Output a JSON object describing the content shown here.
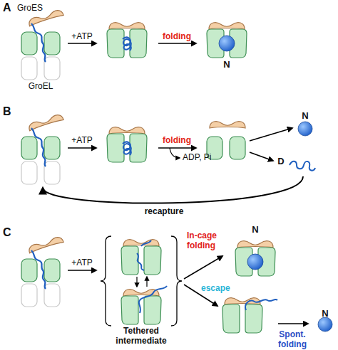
{
  "diagram": {
    "labels": [
      "A",
      "GroES",
      "GroEL",
      "+ATP",
      "folding",
      "N",
      "B",
      "+ATP",
      "folding",
      "ADP, Pi",
      "N",
      "D",
      "recapture",
      "C",
      "+ATP",
      "Tethered intermediate",
      "In-cage folding",
      "N",
      "escape",
      "Spont. folding",
      "N"
    ]
  }
}
